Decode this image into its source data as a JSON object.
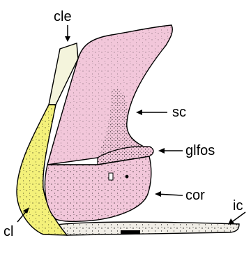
{
  "labels": {
    "cle": "cle",
    "sc": "sc",
    "glfos": "glfos",
    "cor": "cor",
    "cl": "cl",
    "ic": "ic"
  },
  "colors": {
    "scapula": "#f2c7da",
    "coracoid": "#f2c7da",
    "cleithrum": "#f4f17a",
    "cleithrum_extension": "#f4f4dc",
    "interclavicle": "#f1eee7",
    "outline": "#000000"
  }
}
